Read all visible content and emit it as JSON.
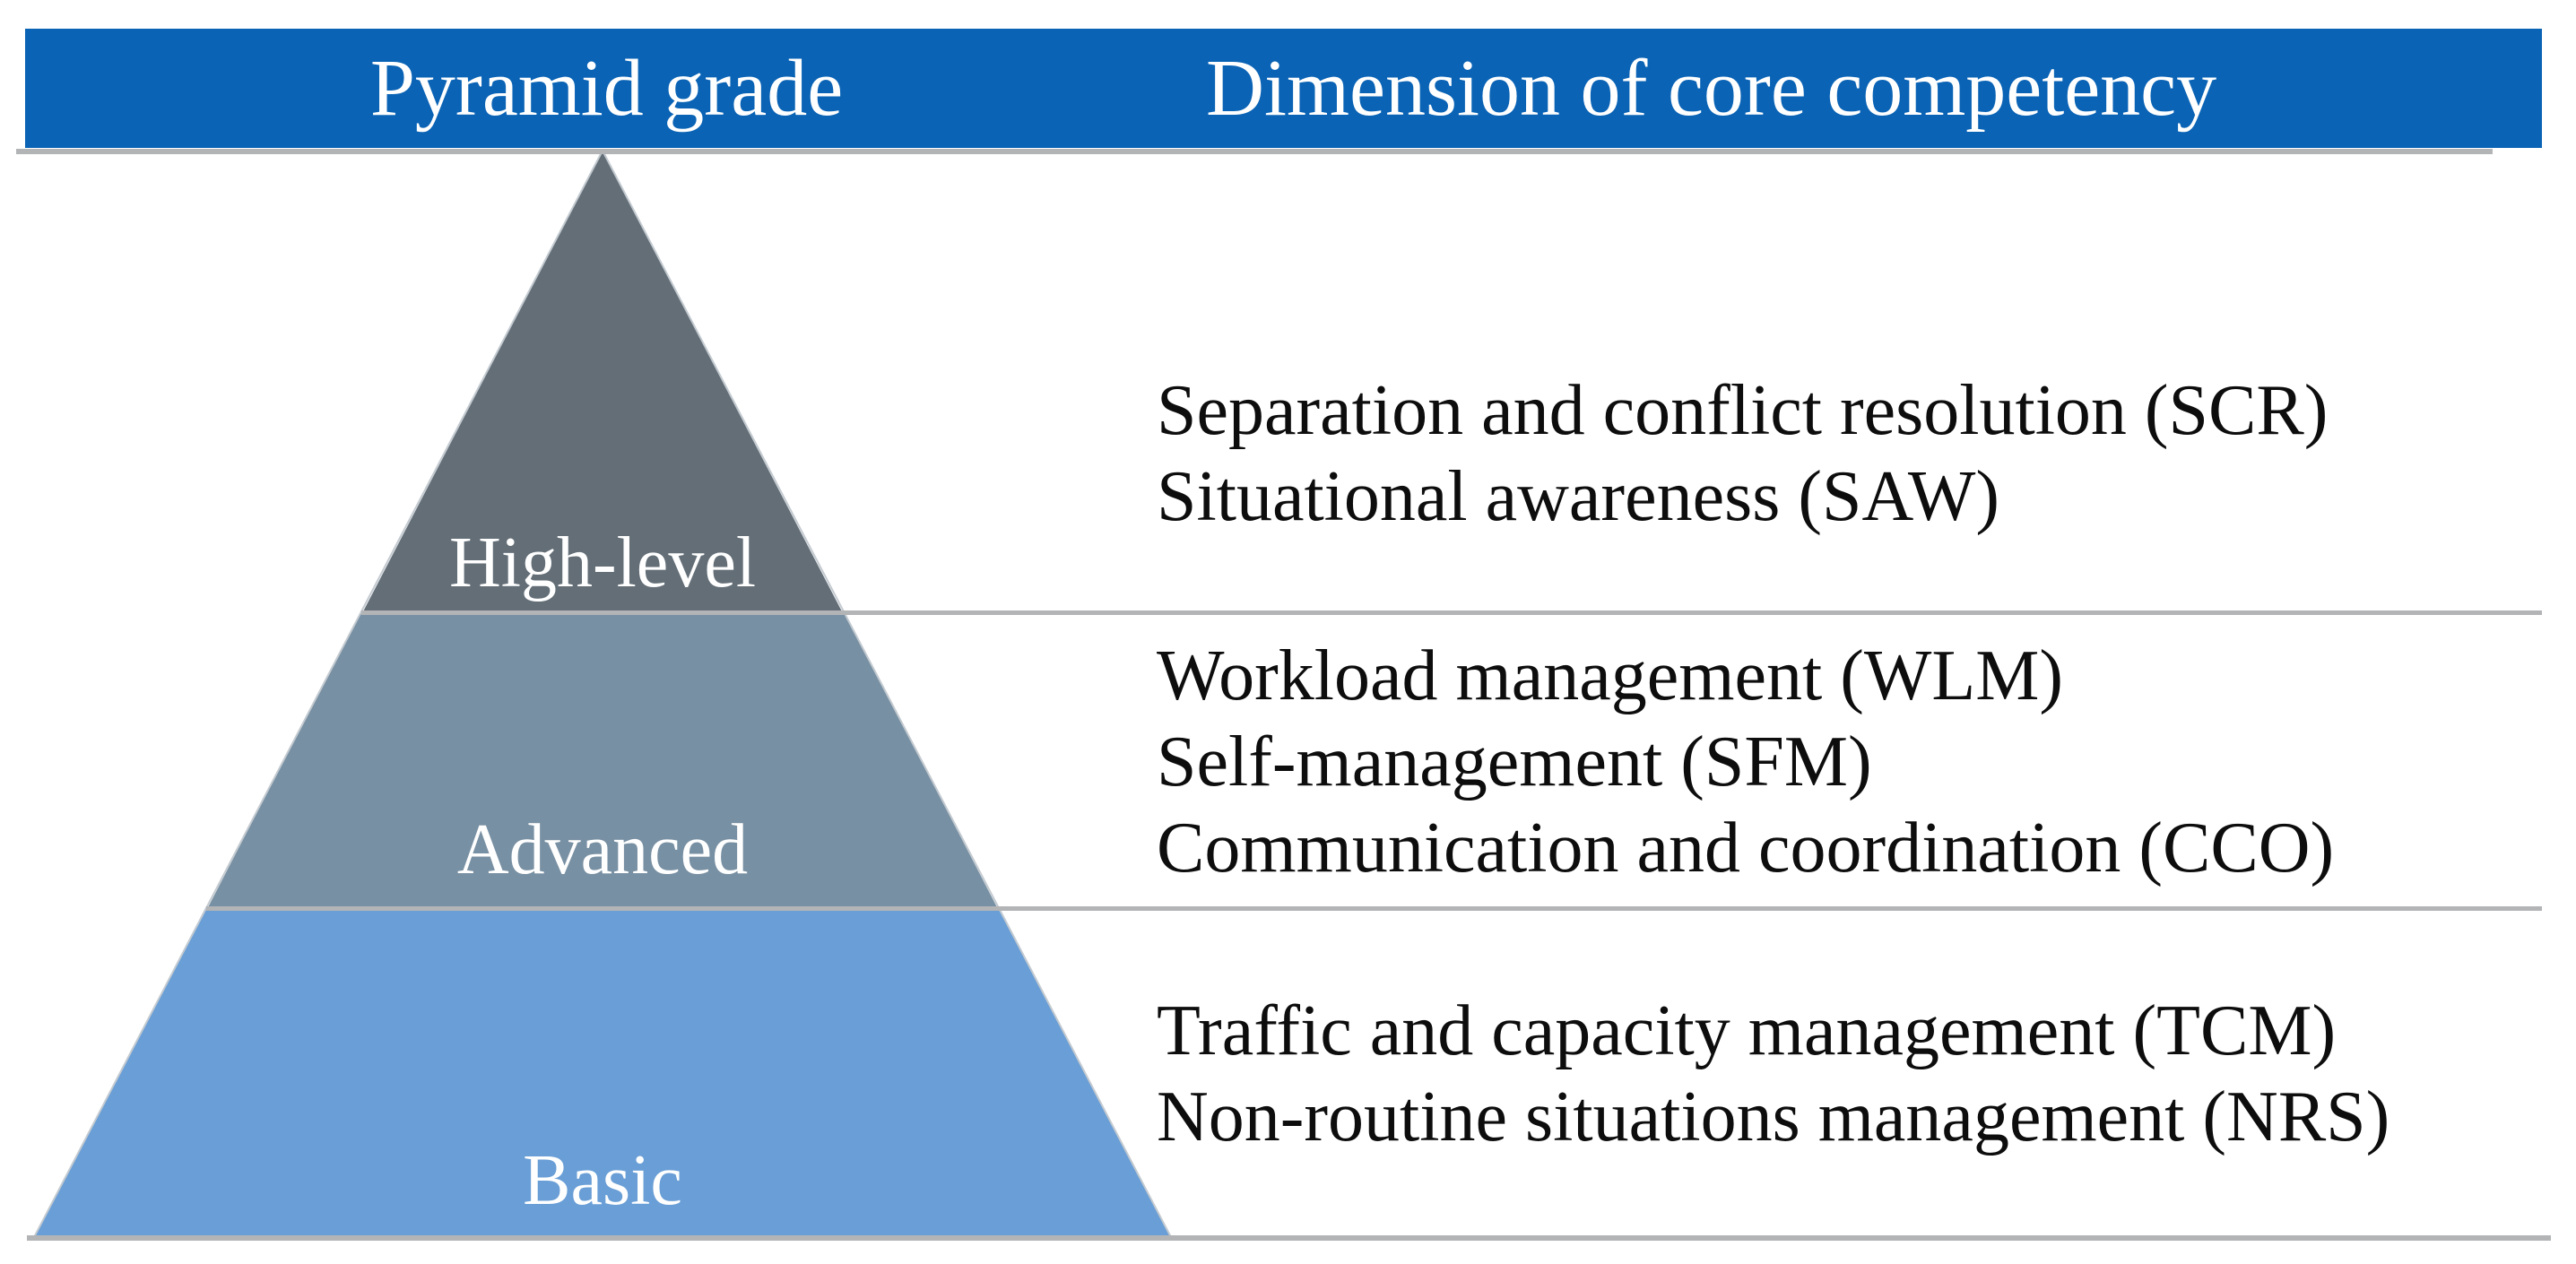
{
  "header": {
    "col1": "Pyramid grade",
    "col2": "Dimension of core competency"
  },
  "pyramid": {
    "levels": [
      {
        "label": "High-level",
        "color": "#636E77",
        "items": [
          "Separation and conflict resolution (SCR)",
          "Situational awareness (SAW)"
        ]
      },
      {
        "label": "Advanced",
        "color": "#7890A3",
        "items": [
          "Workload management (WLM)",
          "Self-management (SFM)",
          "Communication and coordination (CCO)"
        ]
      },
      {
        "label": "Basic",
        "color": "#699ED6",
        "items": [
          "Traffic and capacity management (TCM)",
          "Non-routine situations management (NRS)"
        ]
      }
    ]
  },
  "colors": {
    "header_bg": "#0A63B5",
    "header_text": "#FFFFFF",
    "divider": "#B2B4B6",
    "body_text": "#0D0D0D"
  }
}
